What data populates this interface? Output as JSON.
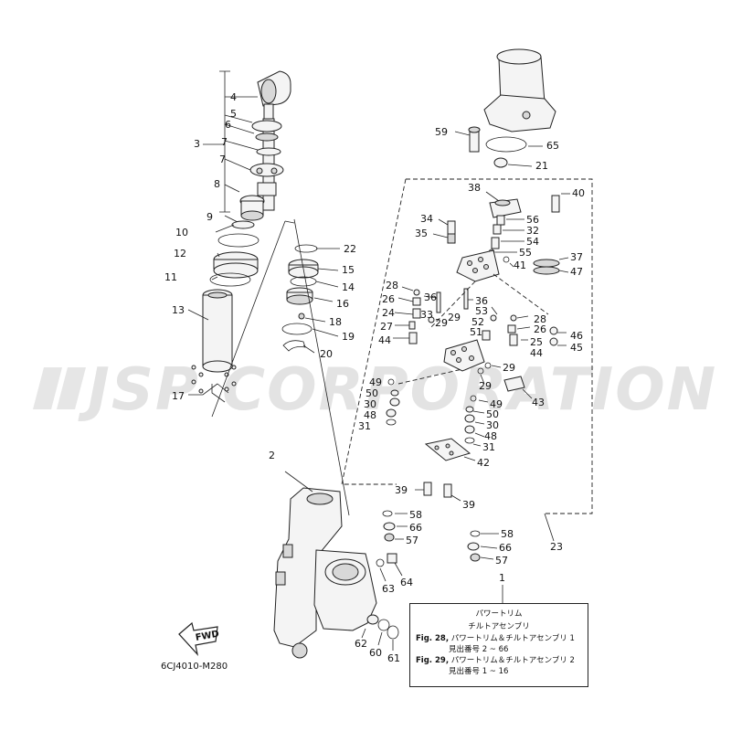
{
  "watermark": "JSP CORPORATION",
  "diagram_code": "6CJ4010-M280",
  "fwd_label": "FWD",
  "legend": {
    "title1": "パワートリム",
    "title2": "チルトアセンブリ",
    "fig28_ref": "Fig. 28,",
    "fig28_text": "パワートリム＆チルトアセンブリ 1",
    "fig28_sub": "見出番号 2 ~ 66",
    "fig29_ref": "Fig. 29,",
    "fig29_text": "パワートリム＆チルトアセンブリ 2",
    "fig29_sub": "見出番号 1 ~ 16"
  },
  "callouts": [
    {
      "id": "c4",
      "text": "4"
    },
    {
      "id": "c5",
      "text": "5"
    },
    {
      "id": "c6",
      "text": "6"
    },
    {
      "id": "c3",
      "text": "3"
    },
    {
      "id": "c7a",
      "text": "7"
    },
    {
      "id": "c7b",
      "text": "7"
    },
    {
      "id": "c8",
      "text": "8"
    },
    {
      "id": "c9",
      "text": "9"
    },
    {
      "id": "c10",
      "text": "10"
    },
    {
      "id": "c12",
      "text": "12"
    },
    {
      "id": "c11",
      "text": "11"
    },
    {
      "id": "c13",
      "text": "13"
    },
    {
      "id": "c17",
      "text": "17"
    },
    {
      "id": "c2",
      "text": "2"
    },
    {
      "id": "c22",
      "text": "22"
    },
    {
      "id": "c15",
      "text": "15"
    },
    {
      "id": "c14",
      "text": "14"
    },
    {
      "id": "c16",
      "text": "16"
    },
    {
      "id": "c18",
      "text": "18"
    },
    {
      "id": "c19",
      "text": "19"
    },
    {
      "id": "c20",
      "text": "20"
    },
    {
      "id": "c59",
      "text": "59"
    },
    {
      "id": "c65",
      "text": "65"
    },
    {
      "id": "c21",
      "text": "21"
    },
    {
      "id": "c38",
      "text": "38"
    },
    {
      "id": "c40",
      "text": "40"
    },
    {
      "id": "c34",
      "text": "34"
    },
    {
      "id": "c56",
      "text": "56"
    },
    {
      "id": "c32",
      "text": "32"
    },
    {
      "id": "c35",
      "text": "35"
    },
    {
      "id": "c54",
      "text": "54"
    },
    {
      "id": "c55",
      "text": "55"
    },
    {
      "id": "c37",
      "text": "37"
    },
    {
      "id": "c41",
      "text": "41"
    },
    {
      "id": "c47",
      "text": "47"
    },
    {
      "id": "c28a",
      "text": "28"
    },
    {
      "id": "c26a",
      "text": "26"
    },
    {
      "id": "c36a",
      "text": "36"
    },
    {
      "id": "c36b",
      "text": "36"
    },
    {
      "id": "c53",
      "text": "53"
    },
    {
      "id": "c24",
      "text": "24"
    },
    {
      "id": "c33",
      "text": "33"
    },
    {
      "id": "c29a",
      "text": "29"
    },
    {
      "id": "c29b",
      "text": "29"
    },
    {
      "id": "c52",
      "text": "52"
    },
    {
      "id": "c28b",
      "text": "28"
    },
    {
      "id": "c27",
      "text": "27"
    },
    {
      "id": "c51",
      "text": "51"
    },
    {
      "id": "c26b",
      "text": "26"
    },
    {
      "id": "c46",
      "text": "46"
    },
    {
      "id": "c44a",
      "text": "44"
    },
    {
      "id": "c25",
      "text": "25"
    },
    {
      "id": "c45",
      "text": "45"
    },
    {
      "id": "c44b",
      "text": "44"
    },
    {
      "id": "c29c",
      "text": "29"
    },
    {
      "id": "c49a",
      "text": "49"
    },
    {
      "id": "c29d",
      "text": "29"
    },
    {
      "id": "c50a",
      "text": "50"
    },
    {
      "id": "c43",
      "text": "43"
    },
    {
      "id": "c30a",
      "text": "30"
    },
    {
      "id": "c49b",
      "text": "49"
    },
    {
      "id": "c48a",
      "text": "48"
    },
    {
      "id": "c50b",
      "text": "50"
    },
    {
      "id": "c31a",
      "text": "31"
    },
    {
      "id": "c30b",
      "text": "30"
    },
    {
      "id": "c48b",
      "text": "48"
    },
    {
      "id": "c31b",
      "text": "31"
    },
    {
      "id": "c42",
      "text": "42"
    },
    {
      "id": "c39a",
      "text": "39"
    },
    {
      "id": "c39b",
      "text": "39"
    },
    {
      "id": "c58a",
      "text": "58"
    },
    {
      "id": "c66a",
      "text": "66"
    },
    {
      "id": "c57a",
      "text": "57"
    },
    {
      "id": "c23",
      "text": "23"
    },
    {
      "id": "c58b",
      "text": "58"
    },
    {
      "id": "c66b",
      "text": "66"
    },
    {
      "id": "c57b",
      "text": "57"
    },
    {
      "id": "c63",
      "text": "63"
    },
    {
      "id": "c64",
      "text": "64"
    },
    {
      "id": "c1",
      "text": "1"
    },
    {
      "id": "c62",
      "text": "62"
    },
    {
      "id": "c60",
      "text": "60"
    },
    {
      "id": "c61",
      "text": "61"
    }
  ]
}
